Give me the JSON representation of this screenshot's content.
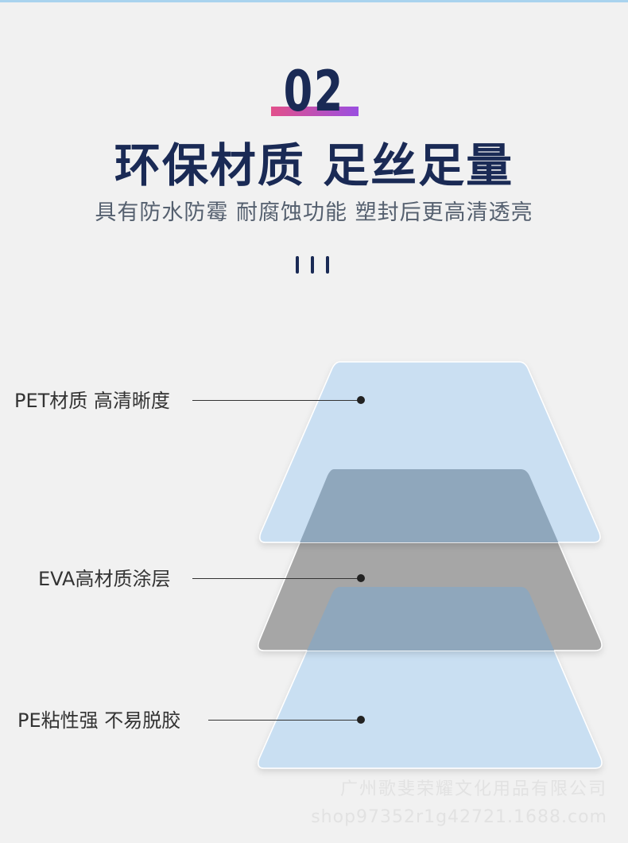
{
  "section": {
    "number": "02",
    "title": "环保材质 足丝足量",
    "subtitle": "具有防水防霉 耐腐蚀功能 塑封后更高清透亮"
  },
  "layers": [
    {
      "label": "PET材质 高清晰度",
      "color": "#c9dff2"
    },
    {
      "label": "EVA高材质涂层",
      "color": "#a6a6a6"
    },
    {
      "label": "PE粘性强 不易脱胶",
      "color": "#c9dff2"
    }
  ],
  "watermark": {
    "company": "广州歌斐荣耀文化用品有限公司",
    "shop": "shop97352r1g42721.1688.com"
  },
  "colors": {
    "title": "#1a2a55",
    "accent_gradient": [
      "#e2508b",
      "#9a4fe0"
    ],
    "overlap": "#8fa7bc"
  }
}
